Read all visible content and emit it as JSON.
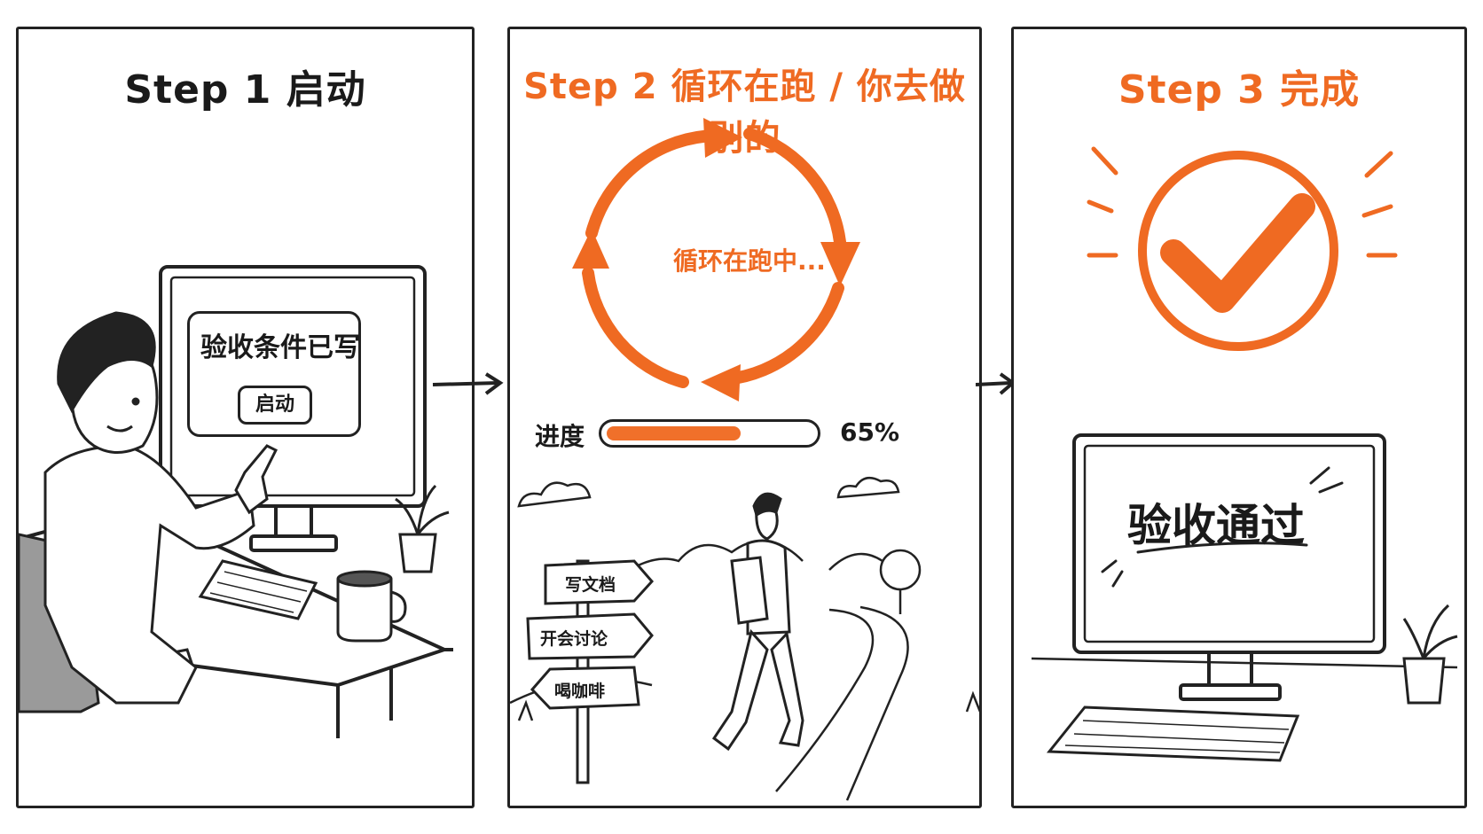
{
  "steps": [
    {
      "title": "Step 1 启动",
      "screen_text": "验收条件已写",
      "button_label": "启动"
    },
    {
      "title": "Step 2 循环在跑 / 你去做别的",
      "loop_label": "循环在跑中...",
      "progress_label": "进度",
      "progress_value": "65%",
      "progress_fraction": 0.65,
      "signs": [
        "写文档",
        "开会讨论",
        "喝咖啡"
      ]
    },
    {
      "title": "Step 3 完成",
      "screen_text": "验收通过"
    }
  ],
  "colors": {
    "accent": "#ef6a22",
    "ink": "#1a1a1a"
  }
}
